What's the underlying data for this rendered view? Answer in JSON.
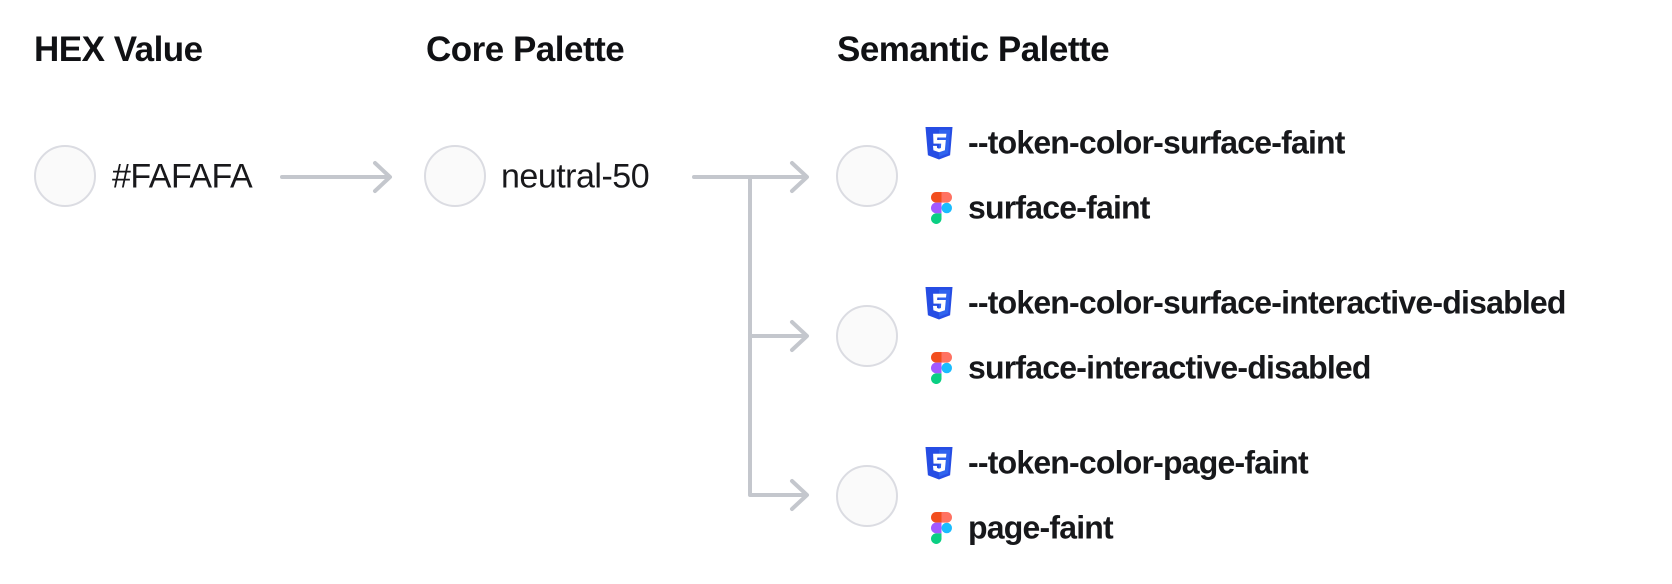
{
  "diagram": {
    "columns": {
      "hex": {
        "heading": "HEX Value"
      },
      "core": {
        "heading": "Core Palette"
      },
      "semantic": {
        "heading": "Semantic Palette"
      }
    },
    "hex": {
      "value": "#FAFAFA",
      "swatch": "#FAFAFA"
    },
    "core": {
      "token": "neutral-50",
      "swatch": "#FAFAFA"
    },
    "semantic_rows": [
      {
        "css_token": "--token-color-surface-faint",
        "figma_token": "surface-faint",
        "swatch": "#FAFAFA"
      },
      {
        "css_token": "--token-color-surface-interactive-disabled",
        "figma_token": "surface-interactive-disabled",
        "swatch": "#FAFAFA"
      },
      {
        "css_token": "--token-color-page-faint",
        "figma_token": "page-faint",
        "swatch": "#FAFAFA"
      }
    ],
    "icons": {
      "css_icon_name": "css3-badge-icon",
      "figma_icon_name": "figma-logo-icon"
    },
    "colors": {
      "swatch_fill": "#FAFAFA",
      "swatch_border": "#DBDCE2",
      "connector": "#C4C7CD",
      "css_badge_dark": "#264DE4",
      "css_badge_light": "#2E63EE",
      "css_glyph": "#FFFFFF",
      "figma_orange": "#F24E1E",
      "figma_salmon": "#FF7262",
      "figma_purple": "#A259FF",
      "figma_blue": "#1ABCFE",
      "figma_green": "#0ACF83"
    }
  }
}
